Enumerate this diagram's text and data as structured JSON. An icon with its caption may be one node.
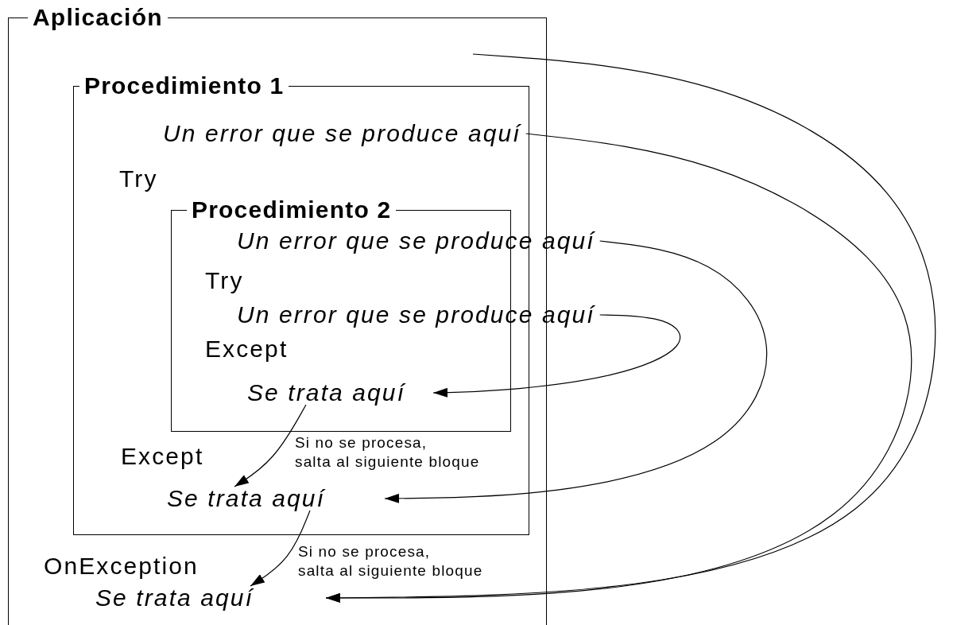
{
  "diagram": {
    "nodes": [
      {
        "text": [
          "Aplicación"
        ]
      },
      {
        "text": [
          "Procedimiento 1"
        ],
        "in": 0
      },
      {
        "text": [
          "Procedimiento 2"
        ],
        "in": 1
      },
      {
        "text": [
          "Un error que se produce aquí"
        ],
        "in": 1
      },
      {
        "text": [
          "Un error que se produce aquí"
        ],
        "in": 2
      },
      {
        "text": [
          "Un error que se produce aquí"
        ],
        "in": 2
      },
      {
        "text": [
          "Se trata aquí"
        ],
        "in": 2
      },
      {
        "text": [
          "Se trata aquí"
        ],
        "in": 1
      },
      {
        "text": [
          "Se trata aquí"
        ],
        "in": 0
      }
    ],
    "edges": [
      {
        "from": null,
        "to": 8,
        "arrow": "to"
      },
      {
        "from": 3,
        "to": 8,
        "arrow": "to"
      },
      {
        "from": 4,
        "to": 7,
        "arrow": "to"
      },
      {
        "from": 5,
        "to": 6,
        "arrow": "to"
      },
      {
        "from": 6,
        "to": 7,
        "arrow": "to",
        "label": "Si no se procesa, salta al siguiente bloque"
      },
      {
        "from": 7,
        "to": 8,
        "arrow": "to",
        "label": "Si no se procesa, salta al siguiente bloque"
      }
    ],
    "labels": [
      "Try",
      "Try",
      "Except",
      "Except",
      "OnException"
    ]
  }
}
